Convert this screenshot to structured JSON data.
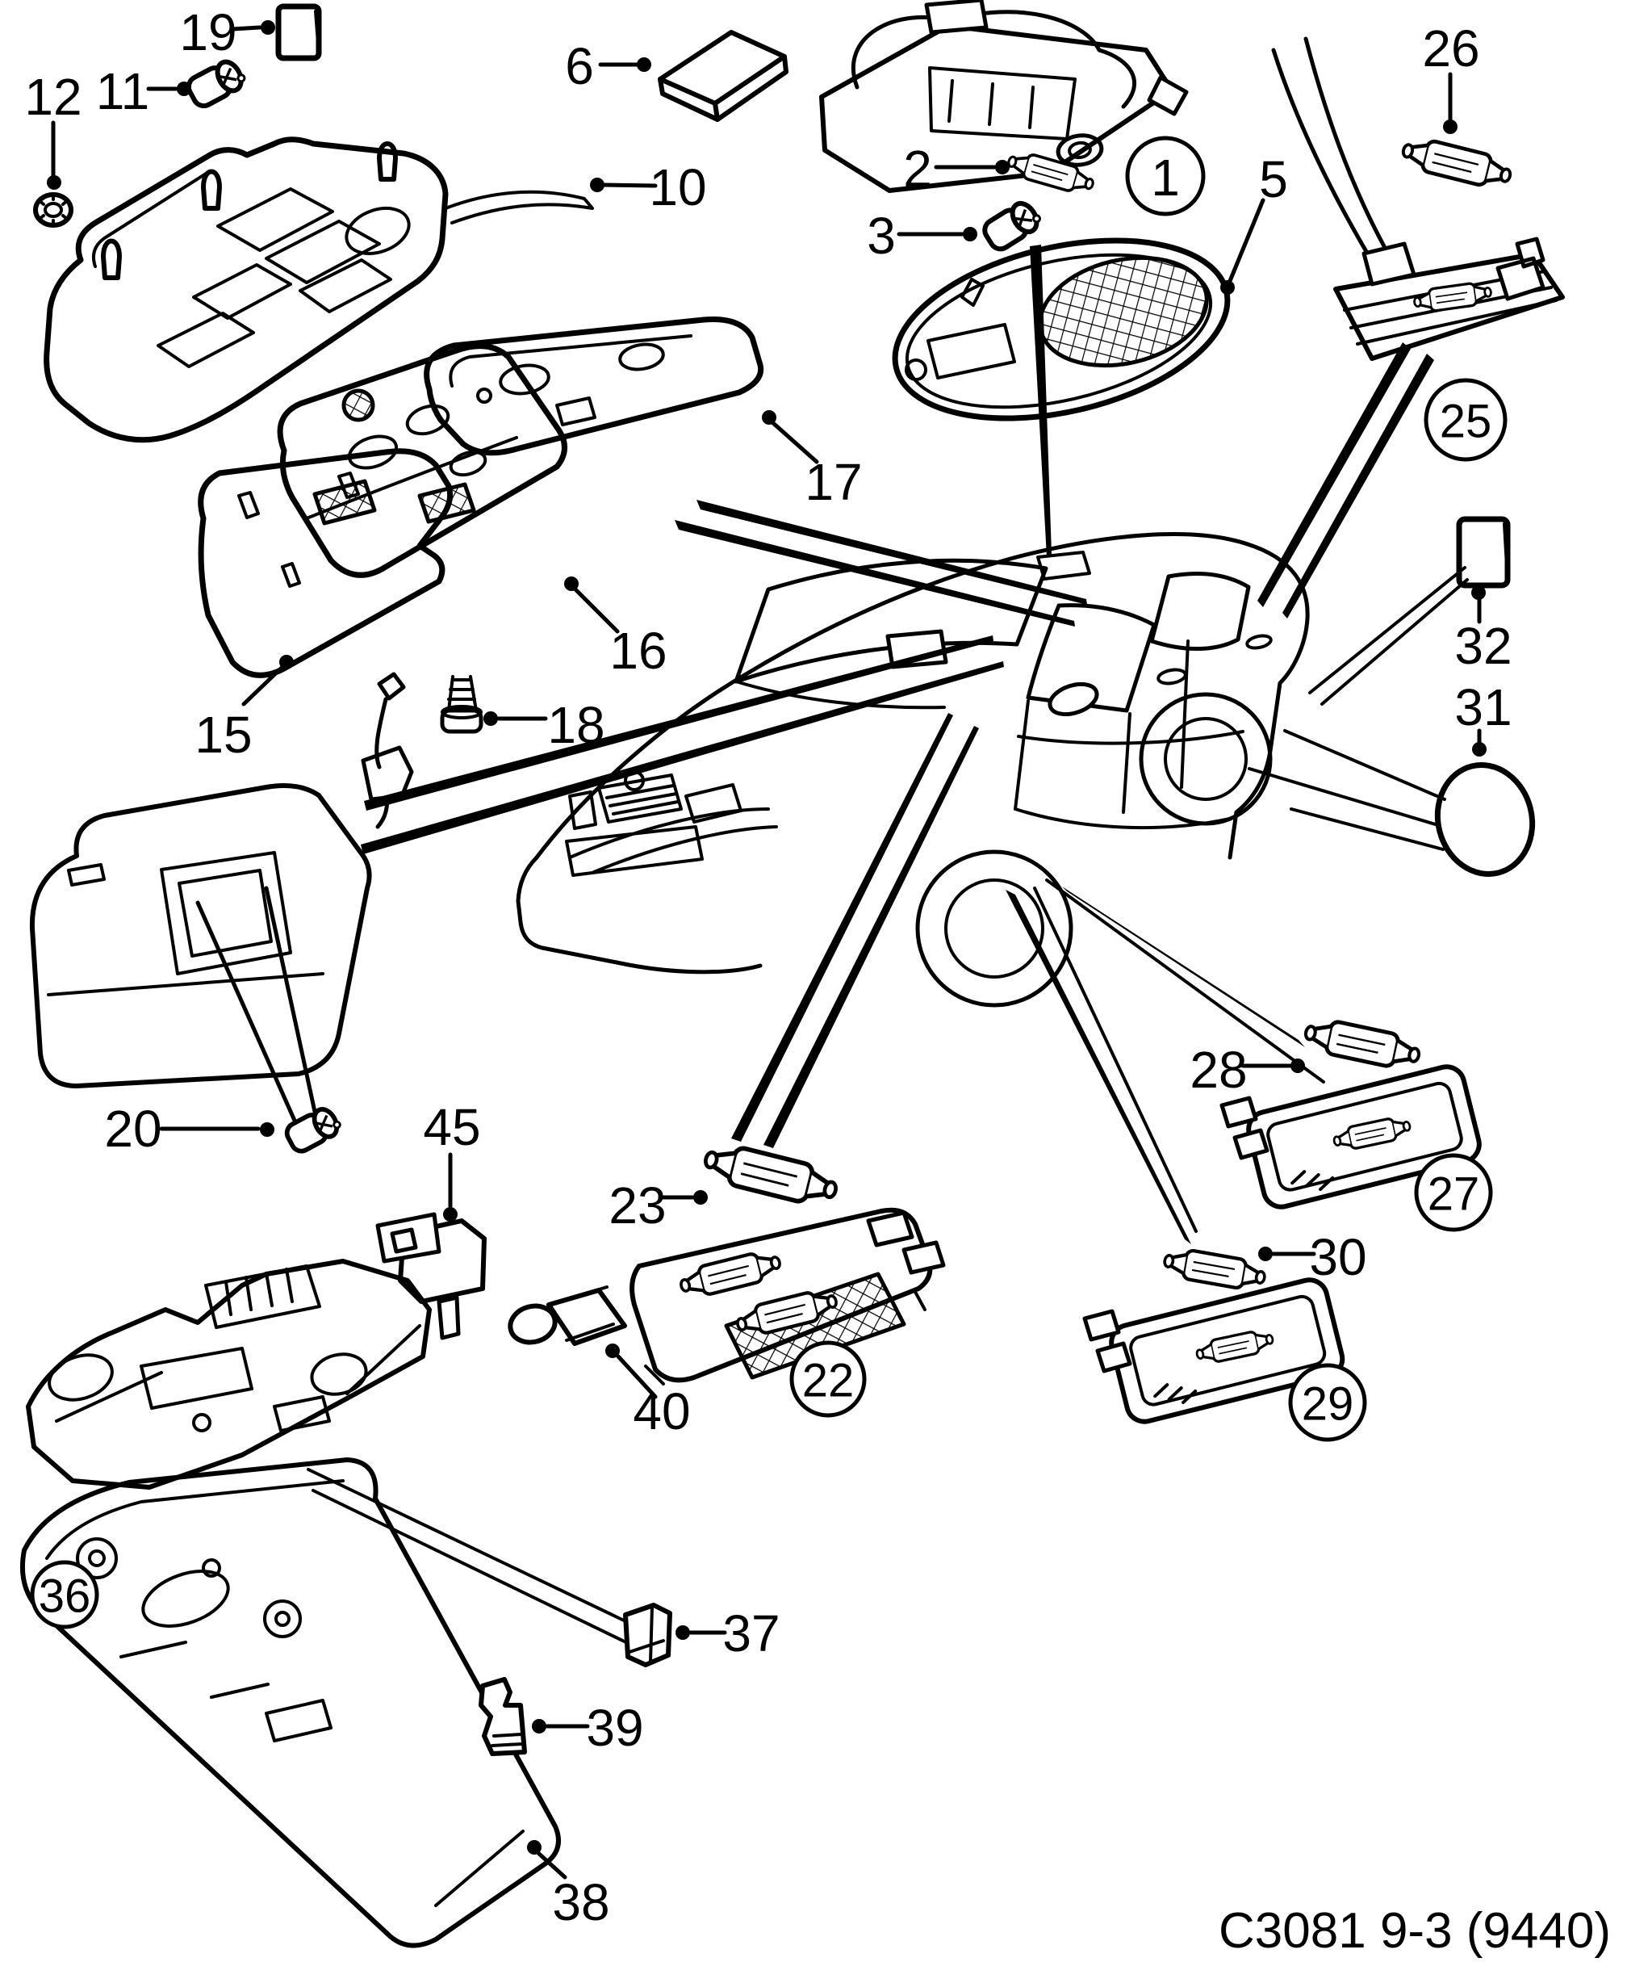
{
  "diagram": {
    "caption": "C3081 9-3 (9440)",
    "callouts": {
      "2": "2",
      "3": "3",
      "5": "5",
      "6": "6",
      "10": "10",
      "11": "11",
      "12": "12",
      "15": "15",
      "16": "16",
      "17": "17",
      "18": "18",
      "19": "19",
      "20": "20",
      "23": "23",
      "26": "26",
      "28": "28",
      "30": "30",
      "31": "31",
      "32": "32",
      "37": "37",
      "38": "38",
      "39": "39",
      "40": "40",
      "45": "45"
    },
    "circled": {
      "1": "1",
      "22": "22",
      "25": "25",
      "27": "27",
      "29": "29",
      "36": "36"
    }
  }
}
